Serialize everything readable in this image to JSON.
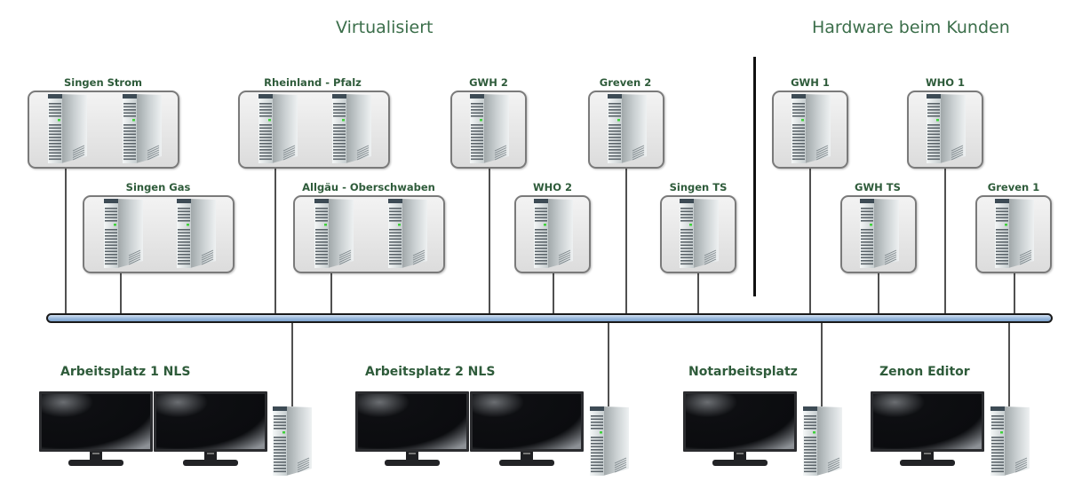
{
  "sections": {
    "virtualized": "Virtualisiert",
    "customer_hardware": "Hardware beim Kunden"
  },
  "server_groups": [
    {
      "id": "singen-strom",
      "label": "Singen Strom",
      "servers": 2
    },
    {
      "id": "singen-gas",
      "label": "Singen Gas",
      "servers": 2
    },
    {
      "id": "rheinland-pfalz",
      "label": "Rheinland - Pfalz",
      "servers": 2
    },
    {
      "id": "allgaeu-oberschwaben",
      "label": "Allgäu - Oberschwaben",
      "servers": 2
    },
    {
      "id": "gwh-2",
      "label": "GWH 2",
      "servers": 1
    },
    {
      "id": "who-2",
      "label": "WHO 2",
      "servers": 1
    },
    {
      "id": "greven-2",
      "label": "Greven 2",
      "servers": 1
    },
    {
      "id": "singen-ts",
      "label": "Singen TS",
      "servers": 1
    },
    {
      "id": "gwh-1",
      "label": "GWH 1",
      "servers": 1
    },
    {
      "id": "gwh-ts",
      "label": "GWH TS",
      "servers": 1
    },
    {
      "id": "who-1",
      "label": "WHO 1",
      "servers": 1
    },
    {
      "id": "greven-1",
      "label": "Greven 1",
      "servers": 1
    }
  ],
  "workstations": [
    {
      "id": "arbeitsplatz-1",
      "label": "Arbeitsplatz 1 NLS",
      "monitors": 2
    },
    {
      "id": "arbeitsplatz-2",
      "label": "Arbeitsplatz 2 NLS",
      "monitors": 2
    },
    {
      "id": "notarbeitsplatz",
      "label": "Notarbeitsplatz",
      "monitors": 1
    },
    {
      "id": "zenon-editor",
      "label": "Zenon Editor",
      "monitors": 1
    }
  ],
  "colors": {
    "label_green": "#2e5b3a",
    "title_green": "#3b6e4a",
    "bus_blue": "#9ab8dc"
  }
}
